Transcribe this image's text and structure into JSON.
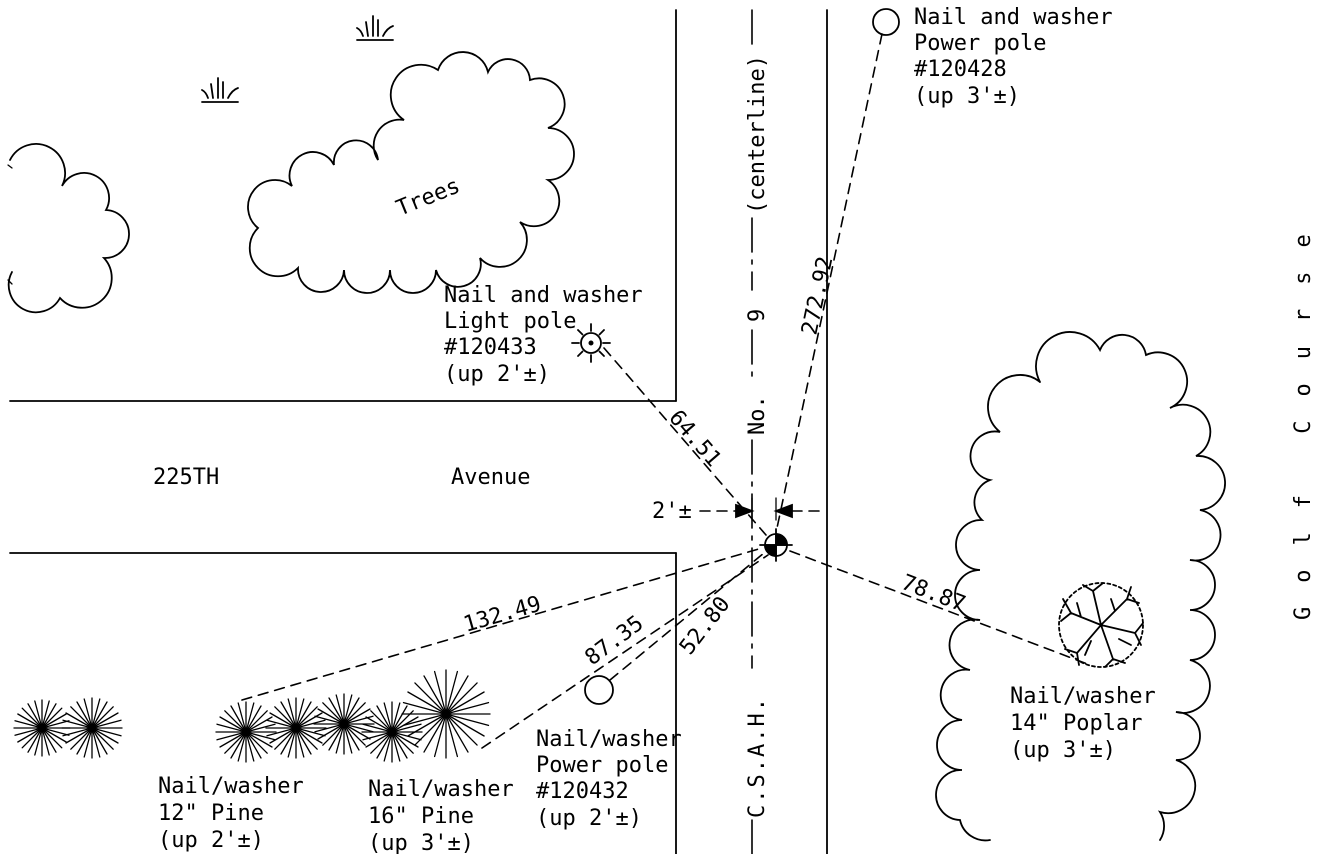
{
  "road": {
    "name1": "225TH",
    "name2": "Avenue",
    "csah_label": "C.S.A.H.",
    "no_label": "No.",
    "no_value": "9",
    "centerline_label": "(centerline)"
  },
  "golf_course_label": "Golf Course",
  "trees_label": "Trees",
  "offset_label": "2'±",
  "dimensions": {
    "to_light_pole": "64.51",
    "to_power_pole_north": "272.92",
    "to_poplar": "78.87",
    "to_12in_pine": "132.49",
    "to_power_pole_south": "87.35",
    "to_16in_pine": "52.80"
  },
  "references": {
    "power_pole_north": [
      "Nail and washer",
      "Power pole",
      "#120428",
      "(up 3'±)"
    ],
    "light_pole": [
      "Nail and washer",
      "Light pole",
      "#120433",
      "(up 2'±)"
    ],
    "power_pole_south": [
      "Nail/washer",
      "Power pole",
      "#120432",
      "(up 2'±)"
    ],
    "pine_12": [
      "Nail/washer",
      "12\" Pine",
      "(up 2'±)"
    ],
    "pine_16": [
      "Nail/washer",
      "16\" Pine",
      "(up 3'±)"
    ],
    "poplar_14": [
      "Nail/washer",
      "14\" Poplar",
      "(up 3'±)"
    ]
  },
  "colors": {
    "ink": "#000000",
    "paper": "#ffffff"
  },
  "icons": [
    "section-corner-symbol",
    "light-pole-symbol",
    "power-pole-symbol",
    "pine-tree-symbol",
    "deciduous-tree-symbol",
    "marsh-grass-symbol"
  ]
}
